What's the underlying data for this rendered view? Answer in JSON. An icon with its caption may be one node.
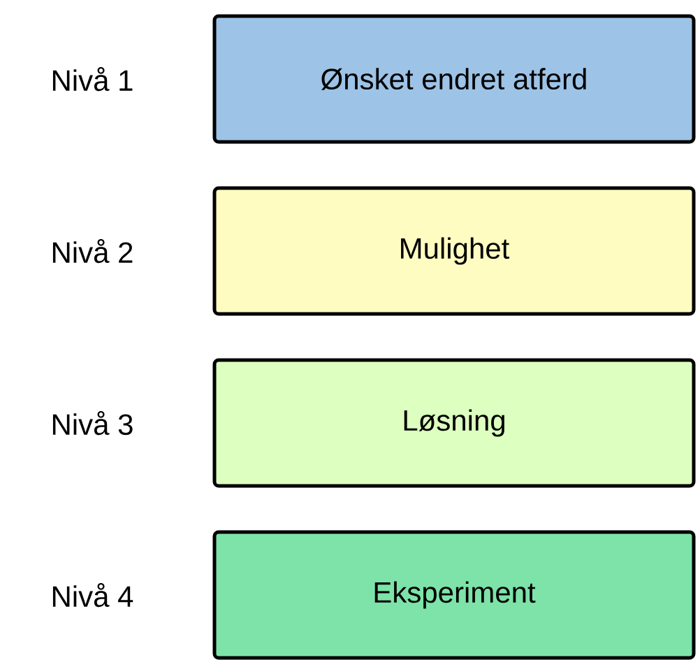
{
  "diagram": {
    "nodes": [
      {
        "text": [
          "Ønsket endret atferd"
        ],
        "beside": [
          "Nivå 1"
        ]
      },
      {
        "text": [
          "Mulighet"
        ],
        "beside": [
          "Nivå 2"
        ]
      },
      {
        "text": [
          "Løsning"
        ],
        "beside": [
          "Nivå 3"
        ]
      },
      {
        "text": [
          "Eksperiment"
        ],
        "beside": [
          "Nivå 4"
        ]
      }
    ]
  }
}
